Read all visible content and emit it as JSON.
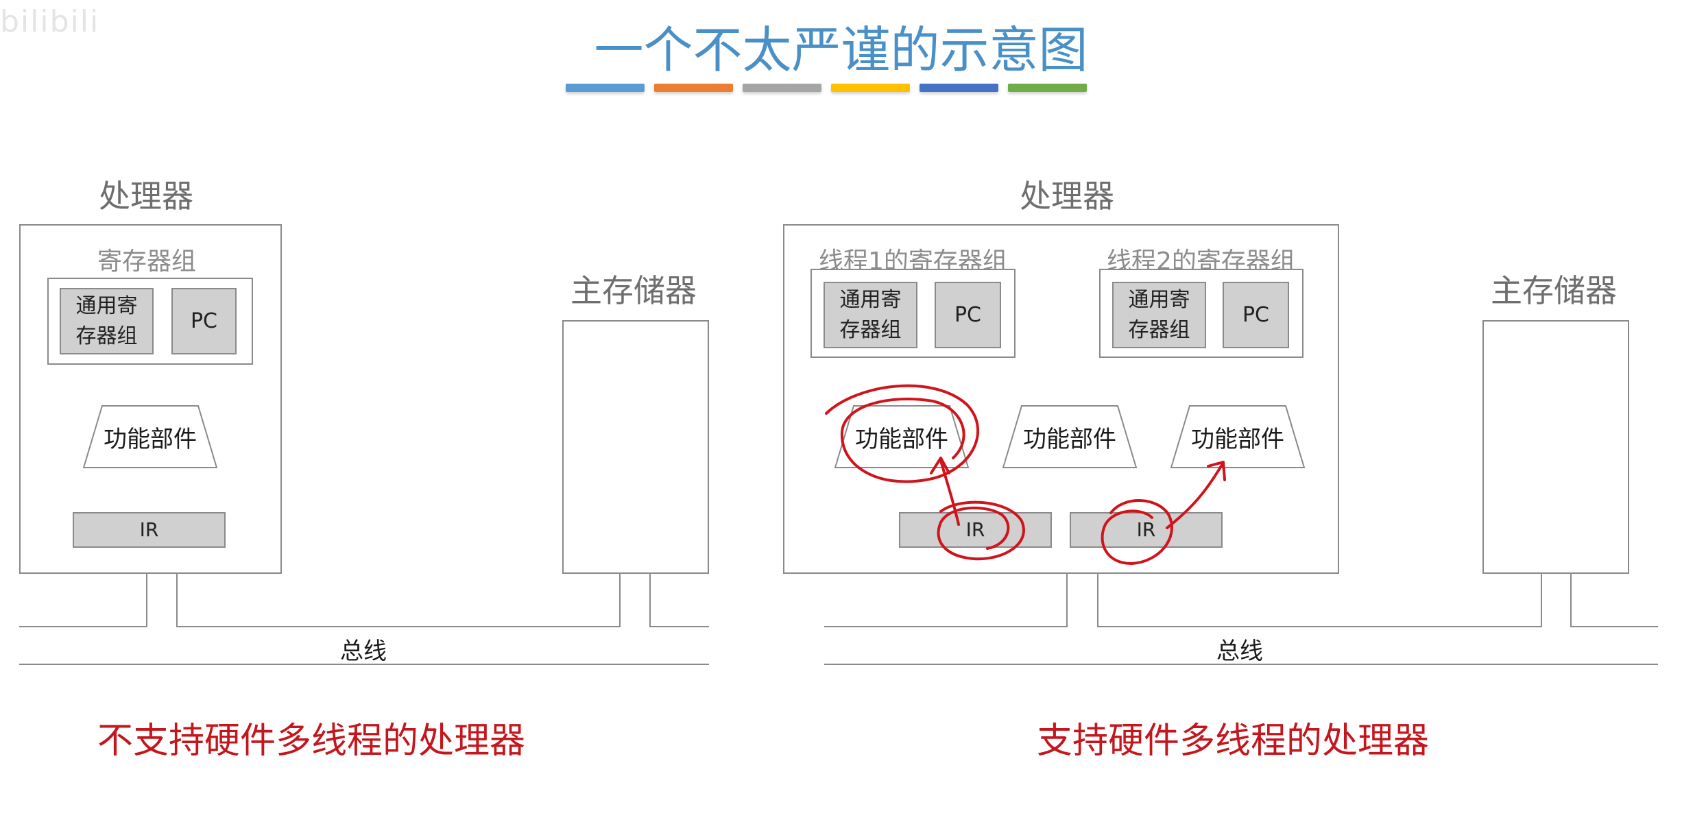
{
  "header": {
    "watermark": "bilibili",
    "title": "一个不太严谨的示意图",
    "deco_colors": [
      "#5b9bd5",
      "#ed7d31",
      "#a5a5a5",
      "#ffc000",
      "#4472c4",
      "#70ad47"
    ]
  },
  "left_diagram": {
    "processor_label": "处理器",
    "register_group_label": "寄存器组",
    "gpr_label": "通用寄\n存器组",
    "pc_label": "PC",
    "func_unit_label": "功能部件",
    "ir_label": "IR",
    "memory_label": "主存储器",
    "bus_label": "总线",
    "caption": "不支持硬件多线程的处理器"
  },
  "right_diagram": {
    "processor_label": "处理器",
    "thread1_regs_label": "线程1的寄存器组",
    "thread2_regs_label": "线程2的寄存器组",
    "gpr_label": "通用寄\n存器组",
    "pc_label": "PC",
    "func_unit_labels": [
      "功能部件",
      "功能部件",
      "功能部件"
    ],
    "ir_labels": [
      "IR",
      "IR"
    ],
    "memory_label": "主存储器",
    "bus_label": "总线",
    "caption": "支持硬件多线程的处理器",
    "annotation_color": "#d0141b"
  },
  "colors": {
    "box_border": "#8a8a8a",
    "grey_fill": "#d0d0d0",
    "title": "#4a90c8",
    "caption": "#c4161c"
  }
}
